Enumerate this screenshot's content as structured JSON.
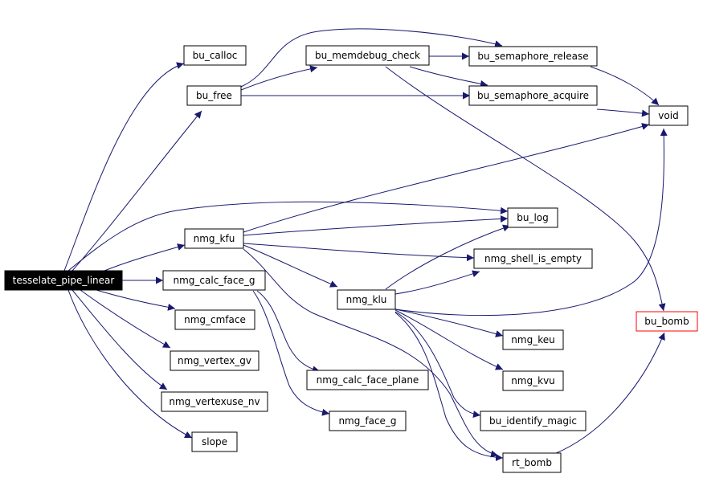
{
  "colors": {
    "edge": "#191970",
    "root_fill": "#000000",
    "node_border": "#000000",
    "highlight_border": "#ff0000"
  },
  "nodes": [
    {
      "id": "tesselate_pipe_linear",
      "label": "tesselate_pipe_linear"
    },
    {
      "id": "bu_calloc",
      "label": "bu_calloc"
    },
    {
      "id": "bu_free",
      "label": "bu_free"
    },
    {
      "id": "bu_memdebug_check",
      "label": "bu_memdebug_check"
    },
    {
      "id": "bu_semaphore_release",
      "label": "bu_semaphore_release"
    },
    {
      "id": "bu_semaphore_acquire",
      "label": "bu_semaphore_acquire"
    },
    {
      "id": "void",
      "label": "void"
    },
    {
      "id": "nmg_kfu",
      "label": "nmg_kfu"
    },
    {
      "id": "bu_log",
      "label": "bu_log"
    },
    {
      "id": "nmg_shell_is_empty",
      "label": "nmg_shell_is_empty"
    },
    {
      "id": "nmg_calc_face_g",
      "label": "nmg_calc_face_g"
    },
    {
      "id": "nmg_klu",
      "label": "nmg_klu"
    },
    {
      "id": "bu_bomb",
      "label": "bu_bomb"
    },
    {
      "id": "nmg_cmface",
      "label": "nmg_cmface"
    },
    {
      "id": "nmg_keu",
      "label": "nmg_keu"
    },
    {
      "id": "nmg_vertex_gv",
      "label": "nmg_vertex_gv"
    },
    {
      "id": "nmg_calc_face_plane",
      "label": "nmg_calc_face_plane"
    },
    {
      "id": "nmg_kvu",
      "label": "nmg_kvu"
    },
    {
      "id": "nmg_vertexuse_nv",
      "label": "nmg_vertexuse_nv"
    },
    {
      "id": "nmg_face_g",
      "label": "nmg_face_g"
    },
    {
      "id": "bu_identify_magic",
      "label": "bu_identify_magic"
    },
    {
      "id": "slope",
      "label": "slope"
    },
    {
      "id": "rt_bomb",
      "label": "rt_bomb"
    }
  ]
}
